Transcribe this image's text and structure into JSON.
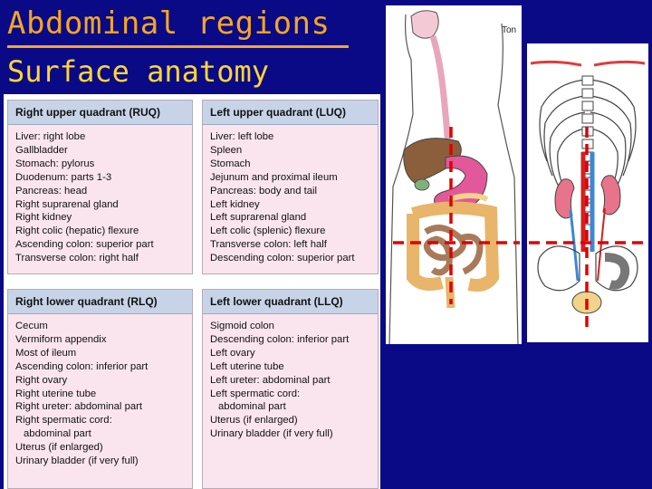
{
  "slide": {
    "title": "Abdominal regions",
    "subtitle": "Surface anatomy"
  },
  "quadrants": {
    "ruq": {
      "header": "Right upper quadrant (RUQ)",
      "items": [
        "Liver: right lobe",
        "Gallbladder",
        "Stomach: pylorus",
        "Duodenum: parts 1-3",
        "Pancreas: head",
        "Right suprarenal gland",
        "Right kidney",
        "Right colic (hepatic) flexure",
        "Ascending colon: superior part",
        "Transverse colon: right half"
      ]
    },
    "luq": {
      "header": "Left upper quadrant (LUQ)",
      "items": [
        "Liver: left lobe",
        "Spleen",
        "Stomach",
        "Jejunum and proximal ileum",
        "Pancreas: body and tail",
        "Left kidney",
        "Left suprarenal gland",
        "Left colic (splenic) flexure",
        "Transverse colon: left half",
        "Descending colon: superior part"
      ]
    },
    "rlq": {
      "header": "Right lower quadrant (RLQ)",
      "items": [
        "Cecum",
        "Vermiform appendix",
        "Most of ileum",
        "Ascending colon: inferior part",
        "Right ovary",
        "Right uterine tube",
        "Right ureter: abdominal part",
        "Right spermatic cord:",
        "abdominal part",
        "Uterus (if enlarged)",
        "Urinary bladder (if very full)"
      ]
    },
    "llq": {
      "header": "Left lower quadrant (LLQ)",
      "items": [
        "Sigmoid colon",
        "Descending colon: inferior part",
        "Left ovary",
        "Left uterine tube",
        "Left ureter: abdominal part",
        "Left spermatic cord:",
        "abdominal part",
        "Uterus (if enlarged)",
        "Urinary bladder (if very full)"
      ]
    }
  },
  "figure": {
    "label": "Ton"
  },
  "colors": {
    "background": "#0a0a86",
    "title": "#f5a623",
    "subtitle": "#ffd633",
    "quadrant_line": "#e00000"
  }
}
